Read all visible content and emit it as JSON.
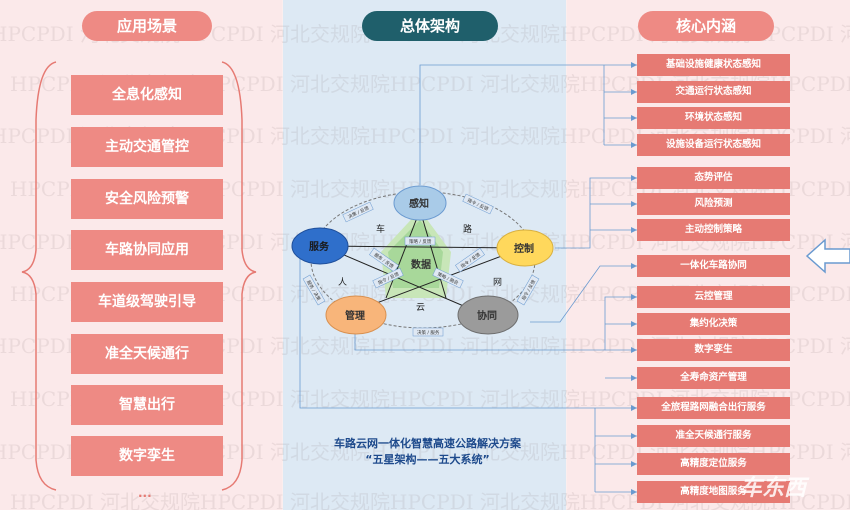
{
  "sections": {
    "left_title": "应用场景",
    "middle_title": "总体架构",
    "right_title": "核心内涵"
  },
  "scenarios": [
    "全息化感知",
    "主动交通管控",
    "安全风险预警",
    "车路协同应用",
    "车道级驾驶引导",
    "准全天候通行",
    "智慧出行",
    "数字孪生"
  ],
  "scenarios_more": "...",
  "architecture": {
    "nodes": {
      "perception": "感知",
      "service": "服务",
      "control": "控制",
      "management": "管理",
      "collaboration": "协同",
      "data": "数据"
    },
    "cloud_chars": [
      "车",
      "路",
      "网",
      "云",
      "人"
    ],
    "link_labels": {
      "service_perception": "决策 / 反馈",
      "perception_control": "指令 / 反馈",
      "data_inner": "策略 / 反馈",
      "control_collab": "指令 / 反馈",
      "collab_mgmt": "决策 / 服务",
      "mgmt_service": "服务 / 决策",
      "inner_left": "服务 / 反馈",
      "inner_right": "指令 / 反馈",
      "inner_bottom_left": "指令 / 反馈",
      "inner_bottom_right": "策略 / 融合"
    },
    "caption_line1": "车路云网一体化智慧高速公路解决方案",
    "caption_line2": "“五星架构——五大系统”"
  },
  "core_items": [
    "基础设施健康状态感知",
    "交通运行状态感知",
    "环境状态感知",
    "设施设备运行状态感知",
    "态势评估",
    "风险预测",
    "主动控制策略",
    "一体化车路协同",
    "云控管理",
    "集约化决策",
    "数字孪生",
    "全寿命资产管理",
    "全旅程路网融合出行服务",
    "准全天候通行服务",
    "高精度定位服务",
    "高精度地图服务"
  ],
  "watermark_text": "HPCPDI 河北交规院",
  "logo_text": "车东西",
  "colors": {
    "accent_red": "#ee8a84",
    "box_red": "#e67a73",
    "teal_title": "#1f5f6b",
    "line_blue": "#6a9ad0",
    "node_blue": "#2f6fcb",
    "node_yellow": "#ffd85c",
    "node_orange": "#f8b57a",
    "node_gray": "#9b9b9b",
    "node_lightblue": "#a9cbe8"
  }
}
